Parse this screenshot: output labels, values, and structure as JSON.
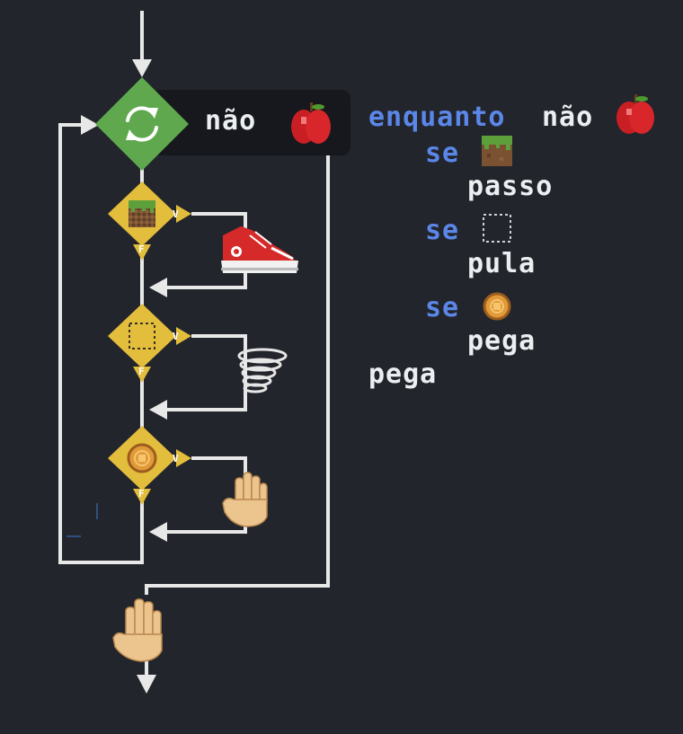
{
  "flowchart": {
    "loop_label": "não",
    "branch_true_label": "V",
    "branch_false_label": "F"
  },
  "code": {
    "while_keyword": "enquanto",
    "while_condition": "não",
    "if_keyword": "se",
    "action_step": "passo",
    "action_jump": "pula",
    "action_grab": "pega",
    "final_action": "pega"
  },
  "icons": {
    "loop": "refresh-icon",
    "apple": "apple-icon",
    "grass": "grass-block-icon",
    "empty": "empty-tile-icon",
    "coin": "coin-icon",
    "sneaker": "sneaker-icon",
    "spring": "spring-icon",
    "hand": "hand-icon"
  },
  "colors": {
    "background": "#23252c",
    "loop_diamond": "#5fa84e",
    "decision_diamond": "#e3bd3c",
    "keyword": "#5b87e8",
    "text": "#eceff1",
    "line": "#e8e8e8",
    "label_bar": "#17181d"
  }
}
